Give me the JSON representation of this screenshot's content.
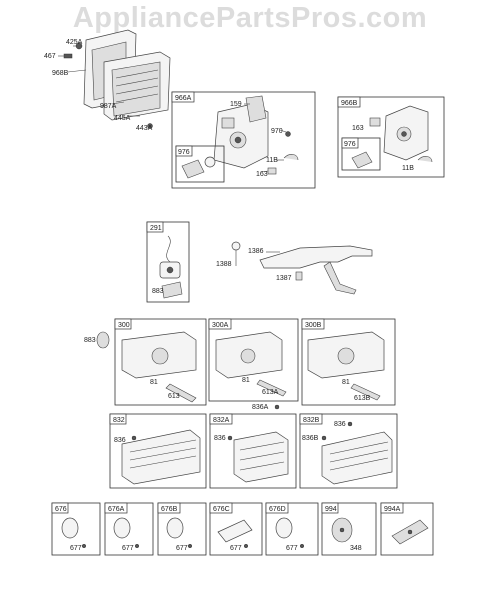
{
  "watermark": "AppliancePartsPros.com",
  "top_parts": {
    "p425a": "425A",
    "p467": "467",
    "p968b": "968B",
    "p987a": "987A",
    "p445a": "445A",
    "p443a": "443A"
  },
  "box_966a": {
    "tag": "966A",
    "p159": "159",
    "p970": "970",
    "p976": "976",
    "p11b": "11B",
    "p163": "163"
  },
  "box_966b": {
    "tag": "966B",
    "p163": "163",
    "p976": "976",
    "p11b": "11B"
  },
  "box_291": {
    "tag": "291",
    "p883": "883"
  },
  "linkage": {
    "p1386": "1386",
    "p1388": "1388",
    "p1387": "1387"
  },
  "muffler_left_883": "883",
  "box_300": {
    "tag": "300",
    "p81": "81",
    "p613": "613"
  },
  "box_300a": {
    "tag": "300A",
    "p81": "81",
    "p613a": "613A"
  },
  "box_300b": {
    "tag": "300B",
    "p81": "81",
    "p613b": "613B"
  },
  "p836a": "836A",
  "box_832": {
    "tag": "832",
    "p836": "836"
  },
  "box_832a": {
    "tag": "832A",
    "p836": "836"
  },
  "box_832b": {
    "tag": "832B",
    "p836": "836",
    "p836b": "836B"
  },
  "small_boxes": [
    {
      "tag": "676",
      "part": "677"
    },
    {
      "tag": "676A",
      "part": "677"
    },
    {
      "tag": "676B",
      "part": "677"
    },
    {
      "tag": "676C",
      "part": "677"
    },
    {
      "tag": "676D",
      "part": "677"
    },
    {
      "tag": "994",
      "part": "348"
    },
    {
      "tag": "994A",
      "part": ""
    }
  ]
}
